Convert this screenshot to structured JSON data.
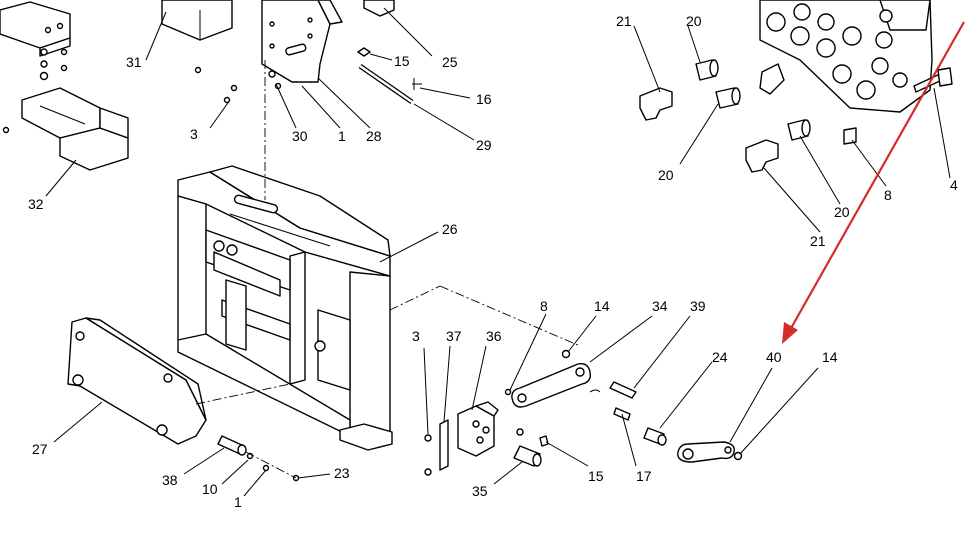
{
  "diagram": {
    "callouts": [
      {
        "id": "c31",
        "label": "31"
      },
      {
        "id": "c25",
        "label": "25"
      },
      {
        "id": "c15a",
        "label": "15"
      },
      {
        "id": "c16",
        "label": "16"
      },
      {
        "id": "c29",
        "label": "29"
      },
      {
        "id": "c3a",
        "label": "3"
      },
      {
        "id": "c30",
        "label": "30"
      },
      {
        "id": "c1a",
        "label": "1"
      },
      {
        "id": "c28",
        "label": "28"
      },
      {
        "id": "c32",
        "label": "32"
      },
      {
        "id": "c26",
        "label": "26"
      },
      {
        "id": "c27",
        "label": "27"
      },
      {
        "id": "c38",
        "label": "38"
      },
      {
        "id": "c10",
        "label": "10"
      },
      {
        "id": "c1b",
        "label": "1"
      },
      {
        "id": "c23",
        "label": "23"
      },
      {
        "id": "c3b",
        "label": "3"
      },
      {
        "id": "c37",
        "label": "37"
      },
      {
        "id": "c36",
        "label": "36"
      },
      {
        "id": "c35",
        "label": "35"
      },
      {
        "id": "c8a",
        "label": "8"
      },
      {
        "id": "c14a",
        "label": "14"
      },
      {
        "id": "c34",
        "label": "34"
      },
      {
        "id": "c39",
        "label": "39"
      },
      {
        "id": "c24",
        "label": "24"
      },
      {
        "id": "c40",
        "label": "40"
      },
      {
        "id": "c14b",
        "label": "14"
      },
      {
        "id": "c15b",
        "label": "15"
      },
      {
        "id": "c17",
        "label": "17"
      },
      {
        "id": "c21a",
        "label": "21"
      },
      {
        "id": "c20a",
        "label": "20"
      },
      {
        "id": "c20b",
        "label": "20"
      },
      {
        "id": "c20c",
        "label": "20"
      },
      {
        "id": "c21b",
        "label": "21"
      },
      {
        "id": "c8b",
        "label": "8"
      },
      {
        "id": "c4",
        "label": "4"
      }
    ],
    "highlight_color": "#d42b2b",
    "highlighted_part": "40"
  }
}
